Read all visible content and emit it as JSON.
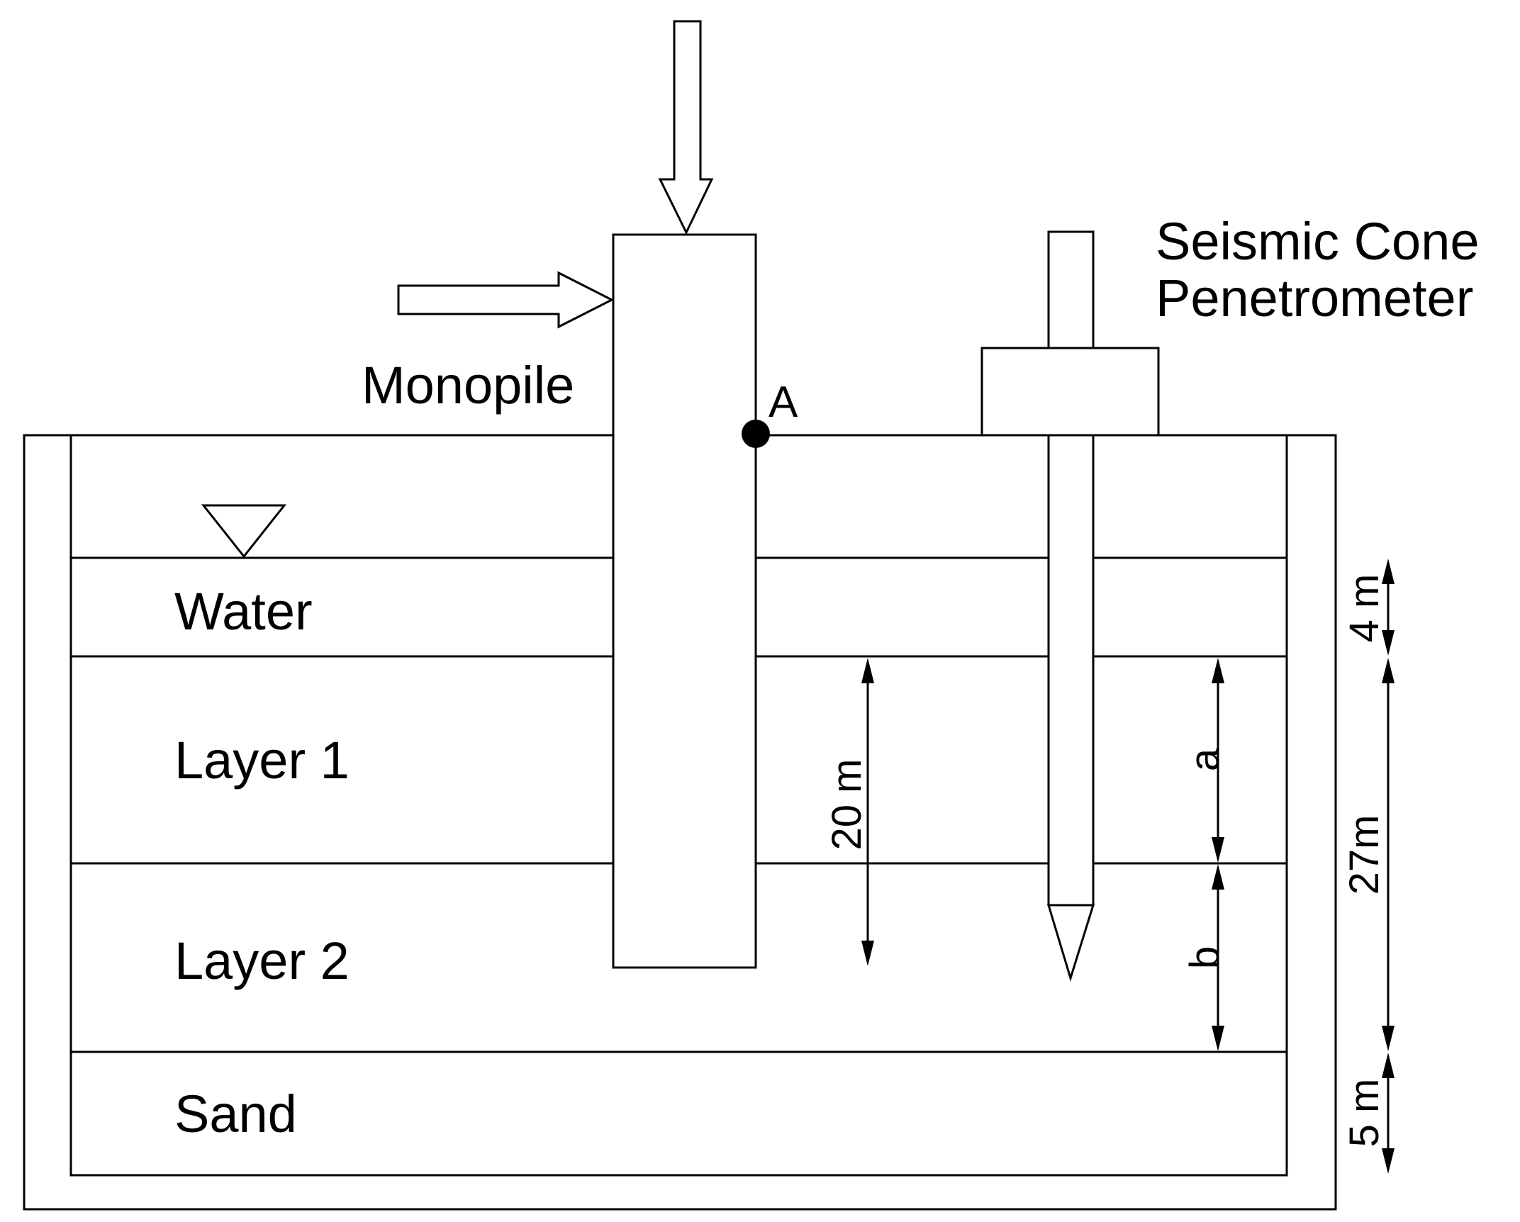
{
  "labels": {
    "monopile": "Monopile",
    "point_a": "A",
    "scpt_line1": "Seismic Cone",
    "scpt_line2": "Penetrometer",
    "water": "Water",
    "layer1": "Layer 1",
    "layer2": "Layer 2",
    "sand": "Sand"
  },
  "dimensions": {
    "water": "4 m",
    "pile_embed": "20 m",
    "a": "a",
    "b": "b",
    "clay_total": "27m",
    "sand": "5 m"
  }
}
